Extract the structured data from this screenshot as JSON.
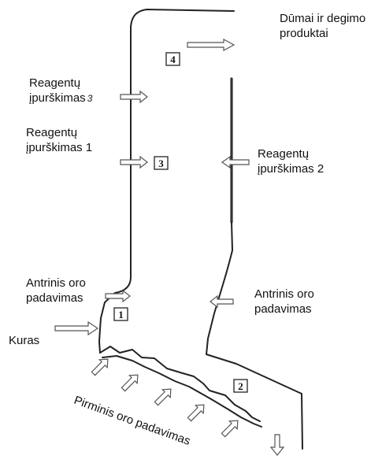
{
  "labels": {
    "smoke_line1": "Dūmai ir degimo",
    "smoke_line2": "produktai",
    "reagent3_line1": "Reagentų",
    "reagent3_line2": "įpurškimas",
    "reagent3_suffix": "3",
    "reagent1_line1": "Reagentų",
    "reagent1_line2": "įpurškimas 1",
    "reagent2_line1": "Reagentų",
    "reagent2_line2": "įpurškimas 2",
    "secondary_left_line1": "Antrinis oro",
    "secondary_left_line2": "padavimas",
    "secondary_right_line1": "Antrinis oro",
    "secondary_right_line2": "padavimas",
    "fuel": "Kuras",
    "primary_air": "Pirminis oro padavimas"
  },
  "zones": [
    "1",
    "2",
    "3",
    "4"
  ]
}
